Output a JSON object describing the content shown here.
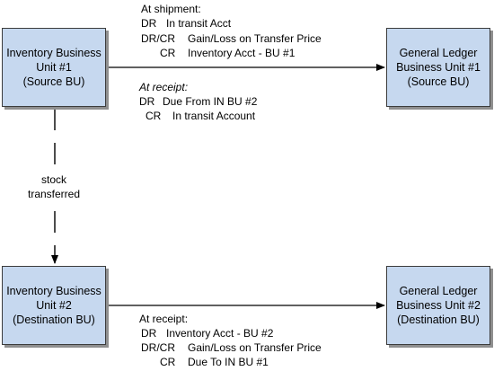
{
  "boxes": {
    "inv_bu1": [
      "Inventory Business",
      "Unit #1",
      "(Source BU)"
    ],
    "gl_bu1": [
      "General Ledger",
      "Business Unit #1",
      "(Source BU)"
    ],
    "inv_bu2": [
      "Inventory Business",
      "Unit #2",
      "(Destination BU)"
    ],
    "gl_bu2": [
      "General Ledger",
      "Business Unit #2",
      "(Destination BU)"
    ]
  },
  "shipment": {
    "heading": "At shipment:",
    "lines": [
      {
        "code": "DR",
        "text": "In transit Acct"
      },
      {
        "code": "DR/CR",
        "text": "Gain/Loss on Transfer Price"
      },
      {
        "code": "CR",
        "text": "Inventory Acct - BU #1"
      }
    ]
  },
  "receipt_source": {
    "heading": "At receipt:",
    "lines": [
      {
        "code": "DR",
        "text": "Due From IN BU #2"
      },
      {
        "code": "CR",
        "text": "In transit Account"
      }
    ]
  },
  "receipt_dest": {
    "heading": "At receipt:",
    "lines": [
      {
        "code": "DR",
        "text": "Inventory Acct - BU #2"
      },
      {
        "code": "DR/CR",
        "text": "Gain/Loss on Transfer Price"
      },
      {
        "code": "CR",
        "text": "Due To IN BU #1"
      }
    ]
  },
  "transfer_label": [
    "stock",
    "transferred"
  ]
}
